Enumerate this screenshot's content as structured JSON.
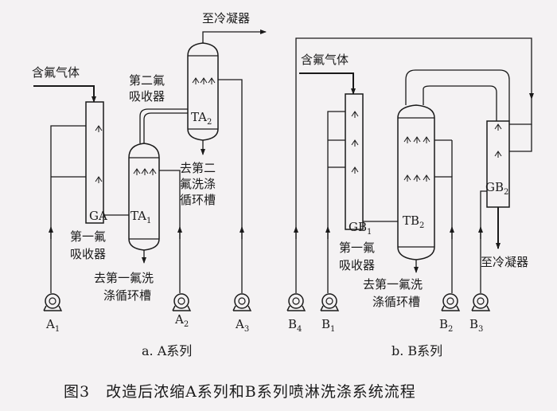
{
  "labels": {
    "to_condenser_a": "至冷凝器",
    "fluorine_gas_a": "含氟气体",
    "second_absorber": [
      "第二氟",
      "吸收器"
    ],
    "ta2": "TA",
    "ta2_sub": "2",
    "to_second_wash": [
      "去第二",
      "氟洗涤",
      "循环槽"
    ],
    "ga": "GA",
    "ta1": "TA",
    "ta1_sub": "1",
    "first_absorber_a": [
      "第一氟",
      "吸收器"
    ],
    "to_first_wash_a": [
      "去第一氟洗",
      "涤循环槽"
    ],
    "pump_a1": "A",
    "pump_a1_sub": "1",
    "pump_a2": "A",
    "pump_a2_sub": "2",
    "pump_a3": "A",
    "pump_a3_sub": "3",
    "caption_a": "a. A系列",
    "fluorine_gas_b": "含氟气体",
    "gb1": "GB",
    "gb1_sub": "1",
    "tb2": "TB",
    "tb2_sub": "2",
    "gb2": "GB",
    "gb2_sub": "2",
    "to_condenser_b": "至冷凝器",
    "first_absorber_b": [
      "第一氟",
      "吸收器"
    ],
    "to_first_wash_b": [
      "去第一氟洗",
      "涤循环槽"
    ],
    "pump_b4": "B",
    "pump_b4_sub": "4",
    "pump_b1": "B",
    "pump_b1_sub": "1",
    "pump_b2": "B",
    "pump_b2_sub": "2",
    "pump_b3": "B",
    "pump_b3_sub": "3",
    "caption_b": "b. B系列",
    "figure_caption": "图3　改造后浓缩A系列和B系列喷淋洗涤系统流程"
  }
}
